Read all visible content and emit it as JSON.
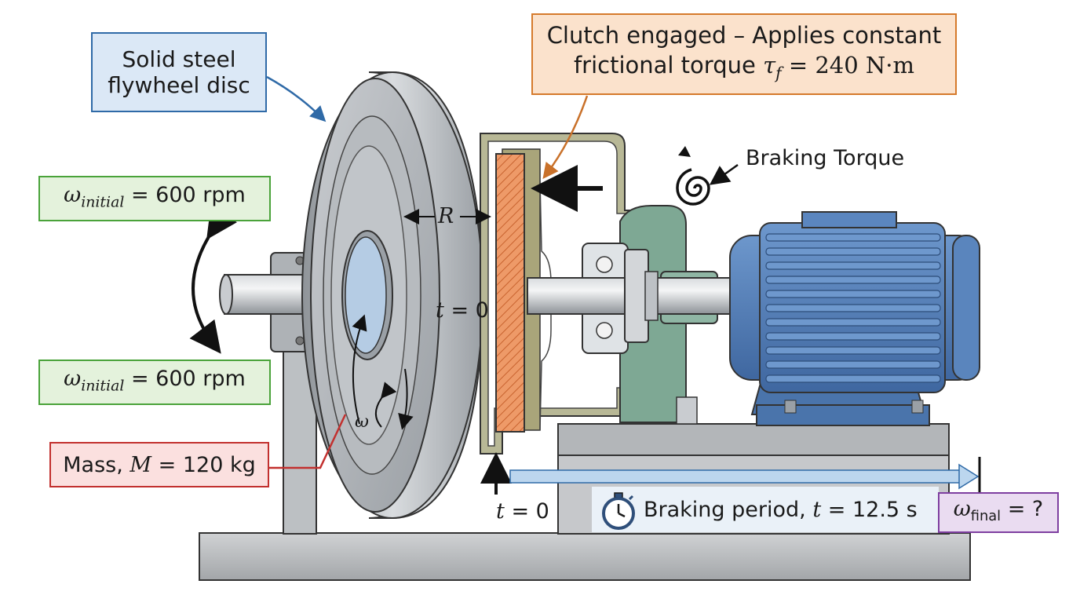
{
  "labels": {
    "flywheel_line1": "Solid steel",
    "flywheel_line2": "flywheel disc",
    "clutch_line1": "Clutch engaged – Applies constant",
    "clutch_line2_prefix": "frictional torque",
    "tau_symbol": "τ",
    "tau_sub": "f",
    "clutch_value": "= 240 N·m",
    "braking_torque": "Braking Torque",
    "omega_symbol": "ω",
    "initial_sub": "initial",
    "omega_initial_value": "= 600 rpm",
    "radius_symbol": "R",
    "t_symbol": "t",
    "t_zero_value": "= 0",
    "omega_small": "ω",
    "mass_prefix": "Mass,",
    "mass_symbol": "M",
    "mass_value": "= 120 kg",
    "period_prefix": "Braking period,",
    "period_value": "= 12.5 s",
    "final_sub": "final",
    "final_value": "= ?"
  },
  "icons": [
    "stopwatch-icon",
    "torque-spiral-icon",
    "rotation-arrow-icon"
  ],
  "colors": {
    "flywheel_box_border": "#2f6aa7",
    "flywheel_box_fill": "#dbe8f6",
    "clutch_box_border": "#d57a2b",
    "clutch_box_fill": "#fbe2cc",
    "omega_box_border": "#4aa33a",
    "omega_box_fill": "#e4f2dc",
    "mass_box_border": "#c2302e",
    "mass_box_fill": "#fbe0df",
    "final_box_border": "#7e3fa0",
    "final_box_fill": "#eadcf1",
    "period_arrow": "#bcd6ee",
    "motor_blue": "#4f7db8",
    "housing_green": "#6e9a86",
    "friction_orange": "#e9895a",
    "steel_gray": "#a9adb2"
  }
}
